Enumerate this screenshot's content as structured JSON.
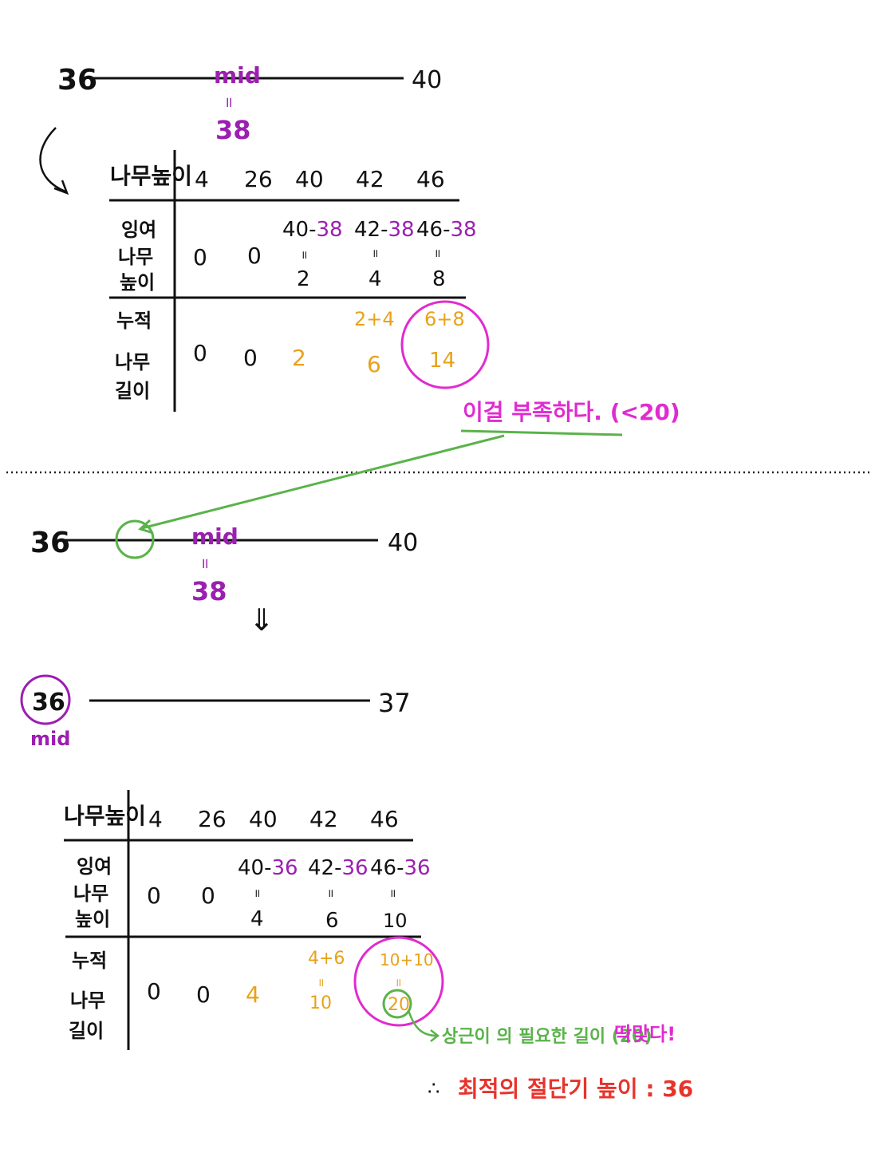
{
  "colors": {
    "ink": "#111111",
    "purple": "#9b1fb0",
    "orange": "#e8a21a",
    "magenta": "#e02bd0",
    "green": "#5ab34a",
    "red": "#e8332b"
  },
  "step1": {
    "range_start": "36",
    "range_end": "40",
    "mid_label": "mid",
    "eq": "॥",
    "mid_value": "38",
    "table": {
      "header_label": "나무높이",
      "heights": [
        "4",
        "26",
        "40",
        "42",
        "46"
      ],
      "remainder_label": [
        "잉여",
        "나무",
        "높이"
      ],
      "remainders_plain": [
        "0",
        "0"
      ],
      "remainder_exprs": [
        {
          "a": "40-",
          "b": "38",
          "result": "2"
        },
        {
          "a": "42-",
          "b": "38",
          "result": "4"
        },
        {
          "a": "46-",
          "b": "38",
          "result": "8"
        }
      ],
      "cumulative_label": [
        "누적",
        "나무",
        "길이"
      ],
      "cumulative_plain": [
        "0",
        "0"
      ],
      "cumulative_colored": [
        "2",
        "6",
        "14"
      ],
      "cumulative_sums": [
        "2+4",
        "6+8"
      ]
    },
    "note": "이걸 부족하다. (<20)"
  },
  "step2": {
    "range_start": "36",
    "range_end": "40",
    "mid_label": "mid",
    "eq": "॥",
    "mid_value": "38",
    "arrow": "⇓"
  },
  "step3": {
    "range_start": "36",
    "range_end": "37",
    "mid_label": "mid",
    "table": {
      "header_label": "나무높이",
      "heights": [
        "4",
        "26",
        "40",
        "42",
        "46"
      ],
      "remainder_label": [
        "잉여",
        "나무",
        "높이"
      ],
      "remainders_plain": [
        "0",
        "0"
      ],
      "remainder_exprs": [
        {
          "a": "40-",
          "b": "36",
          "result": "4"
        },
        {
          "a": "42-",
          "b": "36",
          "result": "6"
        },
        {
          "a": "46-",
          "b": "36",
          "result": "10"
        }
      ],
      "cumulative_label": [
        "누적",
        "나무",
        "길이"
      ],
      "cumulative_plain": [
        "0",
        "0"
      ],
      "cumulative_colored": [
        "4",
        "10",
        "20"
      ],
      "cumulative_sums": [
        "4+6",
        "10+10"
      ]
    },
    "note_green": "상근이 의 필요한 길이 (20)",
    "note_magenta": "딱맞다!",
    "conclusion_symbol": "∴",
    "conclusion_text": "최적의 절단기 높이 : 36"
  }
}
